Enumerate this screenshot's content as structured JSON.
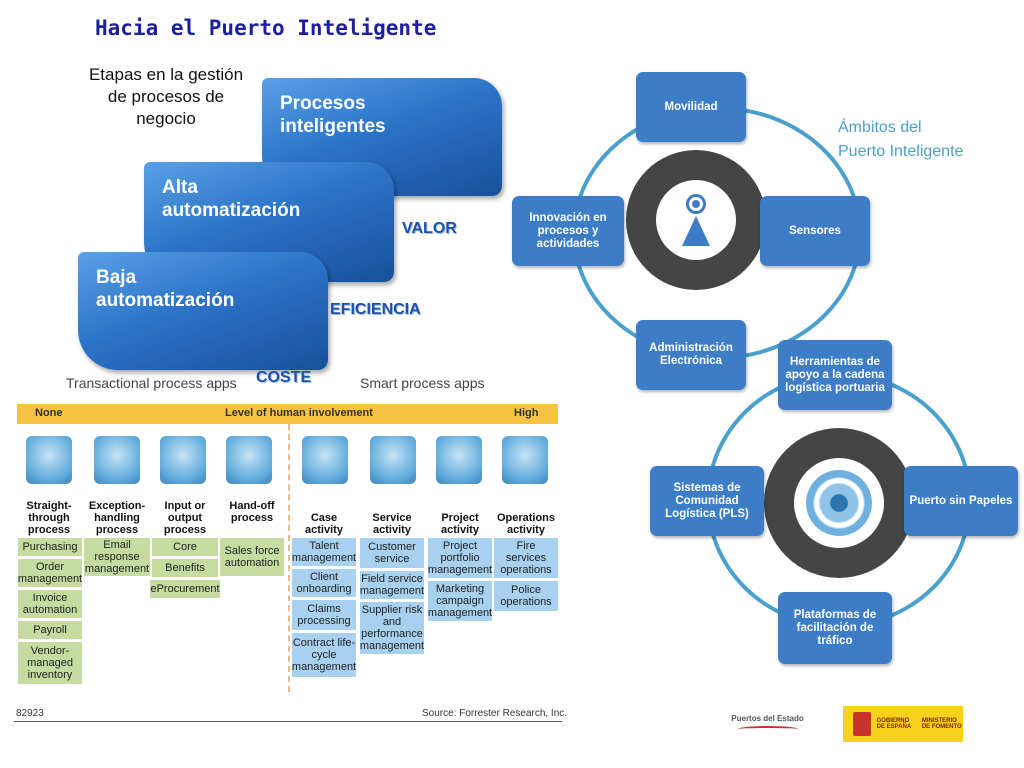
{
  "title": "Hacia el Puerto Inteligente",
  "subtitle": "Etapas en la gestión de procesos de negocio",
  "stages": [
    {
      "label": "Baja automatización",
      "tag": "EFICIENCIA"
    },
    {
      "label": "Alta automatización",
      "tag": "VALOR"
    },
    {
      "label": "Procesos inteligentes",
      "tag": ""
    }
  ],
  "cost_label": "COSTE",
  "forrester": {
    "transactional_label": "Transactional process apps",
    "smart_label": "Smart process apps",
    "bar": {
      "none": "None",
      "center": "Level of human involvement",
      "high": "High"
    },
    "columns": [
      {
        "header": "Straight-through process",
        "cells": [
          "Purchasing",
          "Order management",
          "Invoice automation",
          "Payroll",
          "Vendor-managed inventory"
        ],
        "color": "green"
      },
      {
        "header": "Exception-handling process",
        "cells": [
          "Email response management"
        ],
        "color": "green"
      },
      {
        "header": "Input or output process",
        "cells": [
          "Core",
          "Benefits",
          "eProcurement"
        ],
        "color": "green"
      },
      {
        "header": "Hand-off process",
        "cells": [
          "Sales force automation"
        ],
        "color": "green"
      },
      {
        "header": "Case activity",
        "cells": [
          "Talent management",
          "Client onboarding",
          "Claims processing",
          "Contract life-cycle management"
        ],
        "color": "blue"
      },
      {
        "header": "Service activity",
        "cells": [
          "Customer service",
          "Field service management",
          "Supplier risk and performance management"
        ],
        "color": "blue"
      },
      {
        "header": "Project activity",
        "cells": [
          "Project portfolio management",
          "Marketing campaign management"
        ],
        "color": "blue"
      },
      {
        "header": "Operations activity",
        "cells": [
          "Fire services operations",
          "Police operations"
        ],
        "color": "blue"
      }
    ],
    "figure_id": "82923",
    "source": "Source: Forrester Research, Inc."
  },
  "ambitos": {
    "title_line1": "Ámbitos del",
    "title_line2": "Puerto Inteligente",
    "top": "Movilidad",
    "left": "Innovación en procesos y actividades",
    "right": "Sensores",
    "bottom": "Administración Electrónica",
    "center_icon": "wireless-antenna-icon"
  },
  "plataformas": {
    "top": "Herramientas de apoyo a la cadena logística portuaria",
    "left": "Sistemas de Comunidad Logística (PLS)",
    "right": "Puerto sin Papeles",
    "bottom": "Plataformas de facilitación de tráfico",
    "center_icon": "people-network-icon"
  },
  "logos": {
    "puertos": "Puertos del Estado",
    "gobierno": "GOBIERNO DE ESPAÑA",
    "ministerio": "MINISTERIO DE FOMENTO"
  },
  "colors": {
    "title": "#1e1ea0",
    "box": "#3c7dc5",
    "ring": "#4aa0cc",
    "gear": "#454545",
    "bar": "#f5c242",
    "green_cell": "#c5dba0",
    "blue_cell": "#a7d1ee"
  }
}
